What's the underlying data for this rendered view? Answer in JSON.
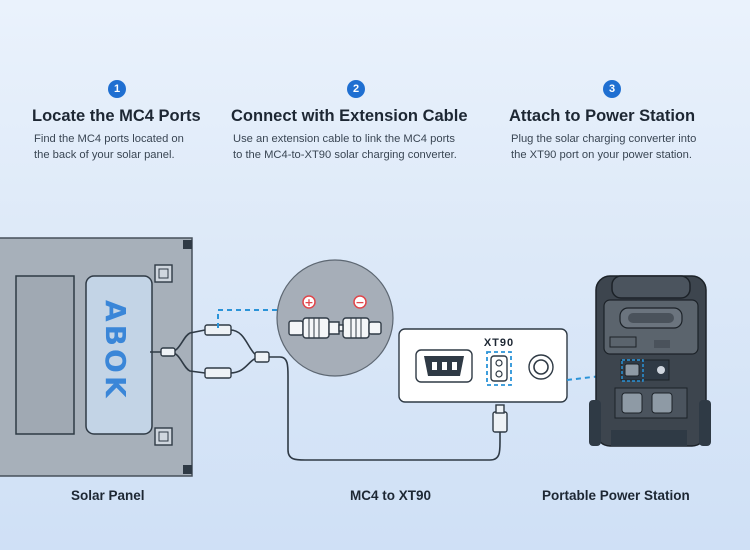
{
  "steps": [
    {
      "number": "1",
      "title": "Locate the MC4 Ports",
      "desc_line1": "Find the MC4 ports located on",
      "desc_line2": "the back of your solar panel."
    },
    {
      "number": "2",
      "title": "Connect with Extension Cable",
      "desc_line1": "Use an extension cable to link the MC4 ports",
      "desc_line2": "to the MC4-to-XT90 solar charging converter."
    },
    {
      "number": "3",
      "title": "Attach to Power Station",
      "desc_line1": "Plug the solar charging converter into",
      "desc_line2": "the XT90 port on your power station."
    }
  ],
  "labels": {
    "solar_panel": "Solar Panel",
    "converter": "MC4 to XT90",
    "power_station": "Portable Power Station"
  },
  "panel": {
    "brand": "ABOK"
  },
  "converter_box": {
    "port_label": "XT90"
  },
  "polarity": {
    "positive": "+",
    "negative": "−"
  },
  "colors": {
    "accent": "#1f6fd1",
    "dashed_highlight": "#2a93d8",
    "positive": "#e0464b",
    "negative": "#e0464b"
  }
}
